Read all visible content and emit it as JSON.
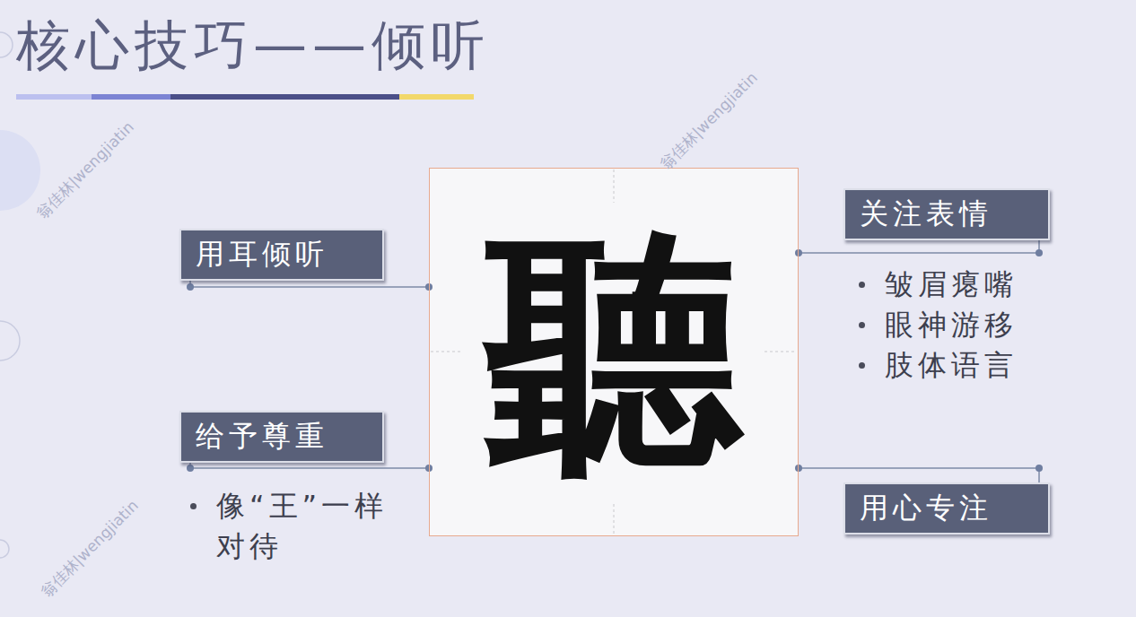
{
  "diagram": {
    "title": "核心技巧——倾听",
    "nodes": [
      {
        "text": [
          "聽"
        ]
      },
      {
        "text": [
          "用耳倾听"
        ]
      },
      {
        "text": [
          "关注表情",
          "皱眉瘪嘴",
          "眼神游移",
          "肢体语言"
        ]
      },
      {
        "text": [
          "给予尊重",
          "像“王”一样对待"
        ]
      },
      {
        "text": [
          "用心专注"
        ]
      }
    ],
    "edges": [
      {
        "from": 0,
        "to": 1,
        "arrow": "none"
      },
      {
        "from": 0,
        "to": 2,
        "arrow": "none"
      },
      {
        "from": 0,
        "to": 3,
        "arrow": "none"
      },
      {
        "from": 0,
        "to": 4,
        "arrow": "none"
      }
    ],
    "labels": [
      "翁佳林|wengjiatin",
      "翁佳林|wengjiatin",
      "翁佳林|wengjiatin"
    ]
  }
}
